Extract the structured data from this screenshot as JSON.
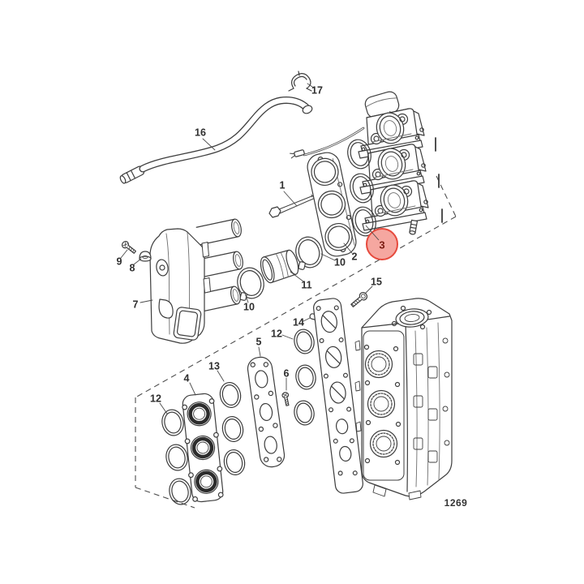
{
  "diagram": {
    "figure_number": "1269",
    "line_color": "#3d3d3d",
    "detail_line_color": "#6e6e6e",
    "dash_line_color": "#4d4d4d",
    "callout_color": "#2e2e2e",
    "background": "#ffffff",
    "highlight": {
      "label": "3",
      "fill": "#f5a7a0",
      "stroke": "#e64a3d",
      "text_color": "#7b1c12"
    },
    "callouts": [
      {
        "label": "17"
      },
      {
        "label": "16"
      },
      {
        "label": "1"
      },
      {
        "label": "9"
      },
      {
        "label": "8"
      },
      {
        "label": "7"
      },
      {
        "label": "10"
      },
      {
        "label": "11"
      },
      {
        "label": "10"
      },
      {
        "label": "2"
      },
      {
        "label": "15"
      },
      {
        "label": "14"
      },
      {
        "label": "12"
      },
      {
        "label": "5"
      },
      {
        "label": "13"
      },
      {
        "label": "6"
      },
      {
        "label": "4"
      },
      {
        "label": "12"
      }
    ]
  }
}
